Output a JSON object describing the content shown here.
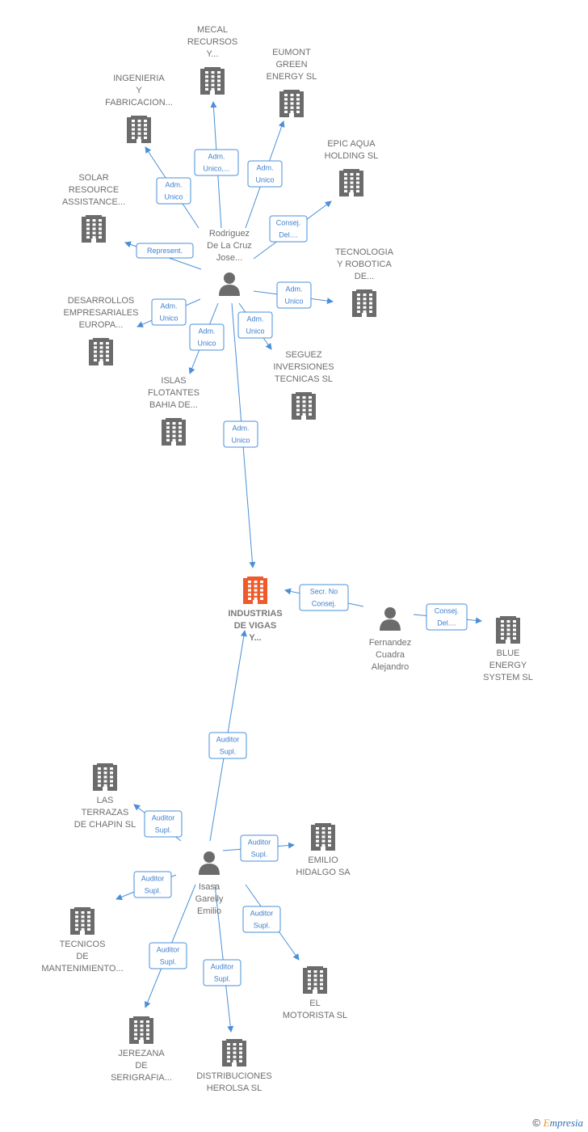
{
  "colors": {
    "company": "#6b6b6b",
    "focus_company": "#ee5a2a",
    "person": "#6b6b6b",
    "edge": "#4a8fd8"
  },
  "nodes": [
    {
      "id": "mecal",
      "kind": "company",
      "lines": [
        "MECAL",
        "RECURSOS",
        "Y..."
      ]
    },
    {
      "id": "eumont",
      "kind": "company",
      "lines": [
        "EUMONT",
        "GREEN",
        "ENERGY SL"
      ]
    },
    {
      "id": "ingenieria",
      "kind": "company",
      "lines": [
        "INGENIERIA",
        "Y",
        "FABRICACION..."
      ]
    },
    {
      "id": "epic",
      "kind": "company",
      "lines": [
        "EPIC AQUA",
        "HOLDING  SL"
      ]
    },
    {
      "id": "solar",
      "kind": "company",
      "lines": [
        "SOLAR",
        "RESOURCE",
        "ASSISTANCE..."
      ]
    },
    {
      "id": "tecnologia",
      "kind": "company",
      "lines": [
        "TECNOLOGIA",
        "Y ROBOTICA",
        "DE..."
      ]
    },
    {
      "id": "rodriguez",
      "kind": "person",
      "lines": [
        "Rodriguez",
        "De La Cruz",
        "Jose..."
      ]
    },
    {
      "id": "desarrollos",
      "kind": "company",
      "lines": [
        "DESARROLLOS",
        "EMPRESARIALES",
        "EUROPA..."
      ]
    },
    {
      "id": "seguez",
      "kind": "company",
      "lines": [
        "SEGUEZ",
        "INVERSIONES",
        "TECNICAS SL"
      ]
    },
    {
      "id": "islas",
      "kind": "company",
      "lines": [
        "ISLAS",
        "FLOTANTES",
        "BAHIA DE..."
      ]
    },
    {
      "id": "industrias",
      "kind": "focus",
      "lines": [
        "INDUSTRIAS",
        "DE VIGAS",
        "Y..."
      ]
    },
    {
      "id": "fernandez",
      "kind": "person",
      "lines": [
        "Fernandez",
        "Cuadra",
        "Alejandro"
      ]
    },
    {
      "id": "blue",
      "kind": "company",
      "lines": [
        "BLUE",
        "ENERGY",
        "SYSTEM  SL"
      ]
    },
    {
      "id": "terrazas",
      "kind": "company",
      "lines": [
        "LAS",
        "TERRAZAS",
        "DE CHAPIN SL"
      ]
    },
    {
      "id": "emilio",
      "kind": "company",
      "lines": [
        "EMILIO",
        "HIDALGO SA"
      ]
    },
    {
      "id": "isasa",
      "kind": "person",
      "lines": [
        "Isasa",
        "Garelly",
        "Emilio"
      ]
    },
    {
      "id": "tecnicos",
      "kind": "company",
      "lines": [
        "TECNICOS",
        "DE",
        "MANTENIMIENTO..."
      ]
    },
    {
      "id": "motorista",
      "kind": "company",
      "lines": [
        "EL",
        "MOTORISTA SL"
      ]
    },
    {
      "id": "jerezana",
      "kind": "company",
      "lines": [
        "JEREZANA",
        "DE",
        "SERIGRAFIA..."
      ]
    },
    {
      "id": "distribuciones",
      "kind": "company",
      "lines": [
        "DISTRIBUCIONES",
        "HEROLSA SL"
      ]
    }
  ],
  "edges": [
    {
      "from": "rodriguez",
      "to": "mecal",
      "label": [
        "Adm.",
        "Unico,..."
      ]
    },
    {
      "from": "rodriguez",
      "to": "eumont",
      "label": [
        "Adm.",
        "Unico"
      ]
    },
    {
      "from": "rodriguez",
      "to": "ingenieria",
      "label": [
        "Adm.",
        "Unico"
      ]
    },
    {
      "from": "rodriguez",
      "to": "epic",
      "label": [
        "Consej.",
        "Del...."
      ]
    },
    {
      "from": "rodriguez",
      "to": "solar",
      "label": [
        "Represent."
      ]
    },
    {
      "from": "rodriguez",
      "to": "tecnologia",
      "label": [
        "Adm.",
        "Unico"
      ]
    },
    {
      "from": "rodriguez",
      "to": "desarrollos",
      "label": [
        "Adm.",
        "Unico"
      ]
    },
    {
      "from": "rodriguez",
      "to": "seguez",
      "label": [
        "Adm.",
        "Unico"
      ]
    },
    {
      "from": "rodriguez",
      "to": "islas",
      "label": [
        "Adm.",
        "Unico"
      ]
    },
    {
      "from": "rodriguez",
      "to": "industrias",
      "label": [
        "Adm.",
        "Unico"
      ]
    },
    {
      "from": "fernandez",
      "to": "industrias",
      "label": [
        "Secr.  No",
        "Consej."
      ]
    },
    {
      "from": "fernandez",
      "to": "blue",
      "label": [
        "Consej.",
        "Del...."
      ]
    },
    {
      "from": "isasa",
      "to": "industrias",
      "label": [
        "Auditor",
        "Supl."
      ]
    },
    {
      "from": "isasa",
      "to": "terrazas",
      "label": [
        "Auditor",
        "Supl."
      ]
    },
    {
      "from": "isasa",
      "to": "emilio",
      "label": [
        "Auditor",
        "Supl."
      ]
    },
    {
      "from": "isasa",
      "to": "tecnicos",
      "label": [
        "Auditor",
        "Supl."
      ]
    },
    {
      "from": "isasa",
      "to": "motorista",
      "label": [
        "Auditor",
        "Supl."
      ]
    },
    {
      "from": "isasa",
      "to": "jerezana",
      "label": [
        "Auditor",
        "Supl."
      ]
    },
    {
      "from": "isasa",
      "to": "distribuciones",
      "label": [
        "Auditor",
        "Supl."
      ]
    }
  ],
  "footer": {
    "copyright": "©",
    "brand_first": "E",
    "brand_rest": "mpresia"
  }
}
